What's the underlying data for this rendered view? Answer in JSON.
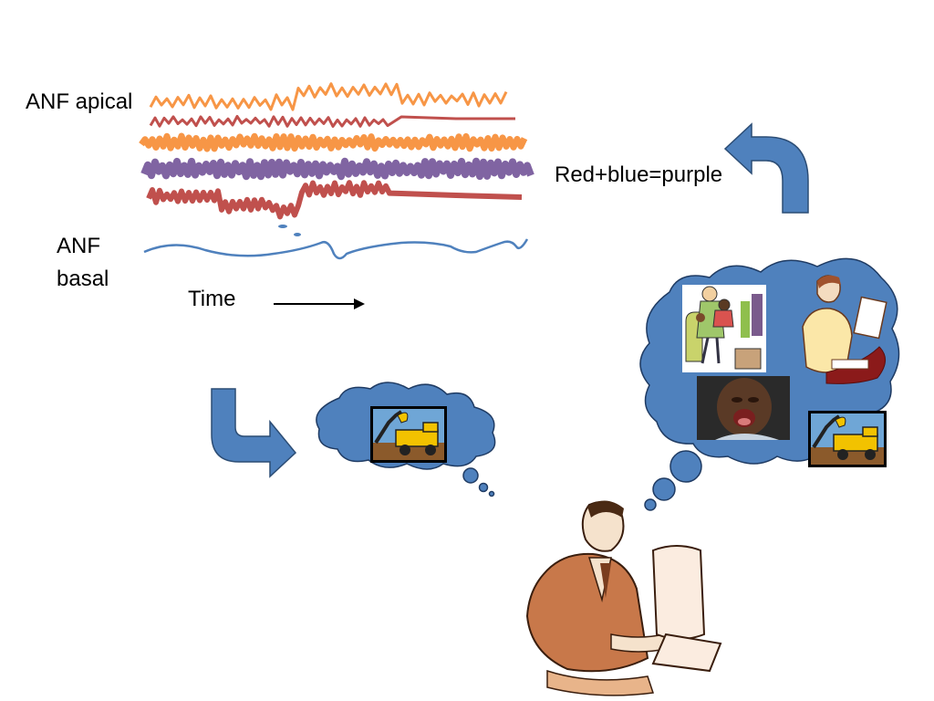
{
  "labels": {
    "apical": "ANF apical",
    "basal_line1": "ANF",
    "basal_line2": "basal",
    "time": "Time",
    "equation": "Red+blue=purple"
  },
  "traces": [
    {
      "name": "orange-top",
      "color": "#f79646"
    },
    {
      "name": "red-1",
      "color": "#c0504d"
    },
    {
      "name": "orange-2",
      "color": "#f79646"
    },
    {
      "name": "purple",
      "color": "#8064a2"
    },
    {
      "name": "red-2",
      "color": "#c0504d"
    },
    {
      "name": "blue-basal",
      "color": "#4f81bd"
    }
  ],
  "colors": {
    "cloud_fill": "#4f81bd",
    "cloud_stroke": "#1f3b63",
    "arrow_fill": "#4f81bd",
    "arrow_stroke": "#2c4d75",
    "time_arrow": "#000000"
  },
  "icons": [
    "truck-icon",
    "family-reading-icon",
    "woman-reading-icon",
    "crying-baby-icon",
    "man-at-computer-icon"
  ]
}
